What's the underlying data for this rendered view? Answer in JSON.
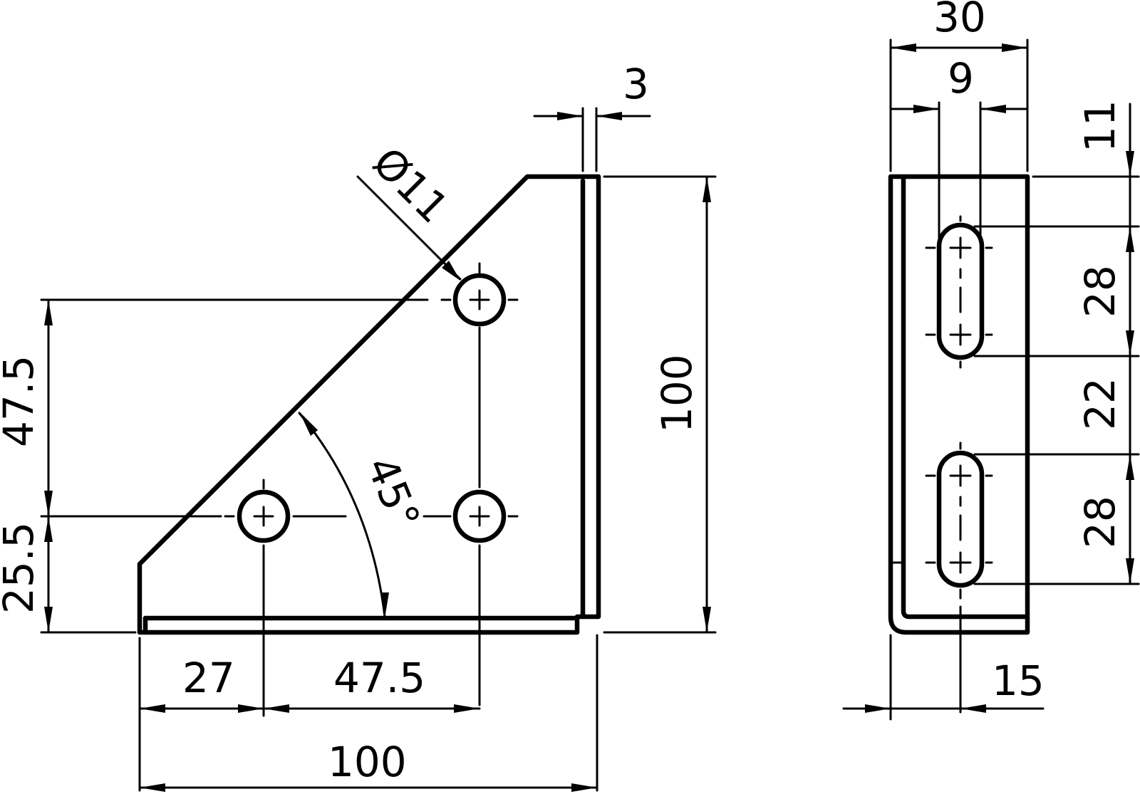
{
  "drawing": {
    "views": [
      {
        "name": "front-view",
        "dimensions": {
          "thickness": "3",
          "hole_diameter": "Ø11",
          "height_total": "100",
          "hole_vertical_spacing": "47.5",
          "hole_from_bottom": "25.5",
          "hole_from_left": "27",
          "hole_horizontal_spacing": "47.5",
          "width_total": "100",
          "chamfer_angle": "45°"
        }
      },
      {
        "name": "side-view",
        "dimensions": {
          "width_total": "30",
          "slot_width": "9",
          "slot_center_from_edge": "15",
          "top_offset": "11",
          "slot_length_upper": "28",
          "slot_gap": "22",
          "slot_length_lower": "28"
        }
      }
    ],
    "colors": {
      "line": "#000000",
      "background": "#ffffff"
    }
  }
}
